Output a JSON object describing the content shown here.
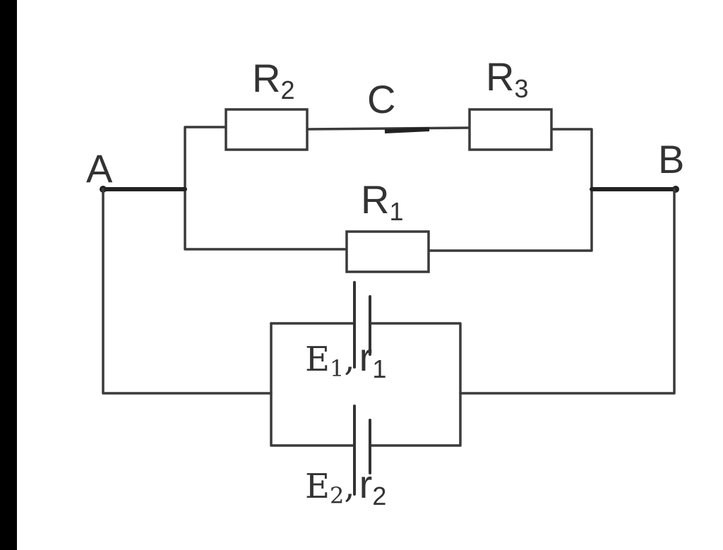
{
  "labels": {
    "node_a": "A",
    "node_b": "B",
    "node_c": "C",
    "r1": {
      "main": "R",
      "sub": "1"
    },
    "r2": {
      "main": "R",
      "sub": "2"
    },
    "r3": {
      "main": "R",
      "sub": "3"
    },
    "source1": {
      "emf": "E",
      "emf_sub": "1",
      "sep": ",",
      "res": "r",
      "res_sub": "1"
    },
    "source2": {
      "emf": "E",
      "emf_sub": "2",
      "sep": ",",
      "res": "r",
      "res_sub": "2"
    }
  },
  "colors": {
    "background": "#ffffff",
    "wire": "#3a3a3a",
    "left_border": "#000000"
  }
}
